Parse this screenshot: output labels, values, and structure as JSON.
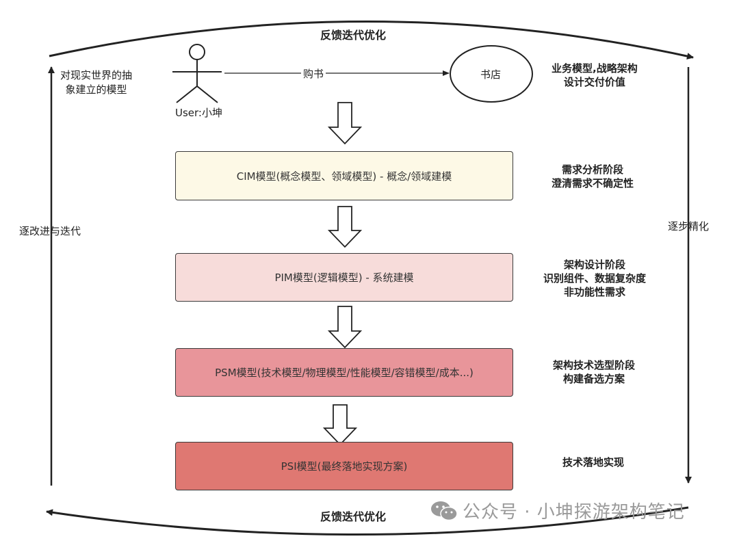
{
  "feedback_top": "反馈迭代优化",
  "feedback_bottom": "反馈迭代优化",
  "left_note_top": [
    "对现实世界的抽",
    "象建立的模型"
  ],
  "left_axis_label": "逐改进与迭代",
  "right_axis_label": "逐步精化",
  "actor": {
    "label": "User:小坤"
  },
  "edge_label": "购书",
  "store": {
    "label": "书店"
  },
  "business_desc": [
    "业务模型,战略架构",
    "设计交付价值"
  ],
  "layers": [
    {
      "label": "CIM模型(概念模型、领域模型) - 概念/领域建模",
      "fill": "#fdf9e6",
      "desc": [
        "需求分析阶段",
        "澄清需求不确定性"
      ]
    },
    {
      "label": "PIM模型(逻辑模型) - 系统建模",
      "fill": "#f7dcda",
      "desc": [
        "架构设计阶段",
        "识别组件、数据复杂度",
        "非功能性需求"
      ]
    },
    {
      "label": "PSM模型(技术模型/物理模型/性能模型/容错模型/成本...)",
      "fill": "#e8959a",
      "desc": [
        "架构技术选型阶段",
        "构建备选方案"
      ]
    },
    {
      "label": "PSI模型(最终落地实现方案)",
      "fill": "#df7872",
      "desc": [
        "技术落地实现"
      ]
    }
  ],
  "watermark": {
    "text": "公众号 · 小坤探游架构笔记",
    "icon": "wechat-icon"
  },
  "colors": {
    "stroke": "#222222"
  }
}
